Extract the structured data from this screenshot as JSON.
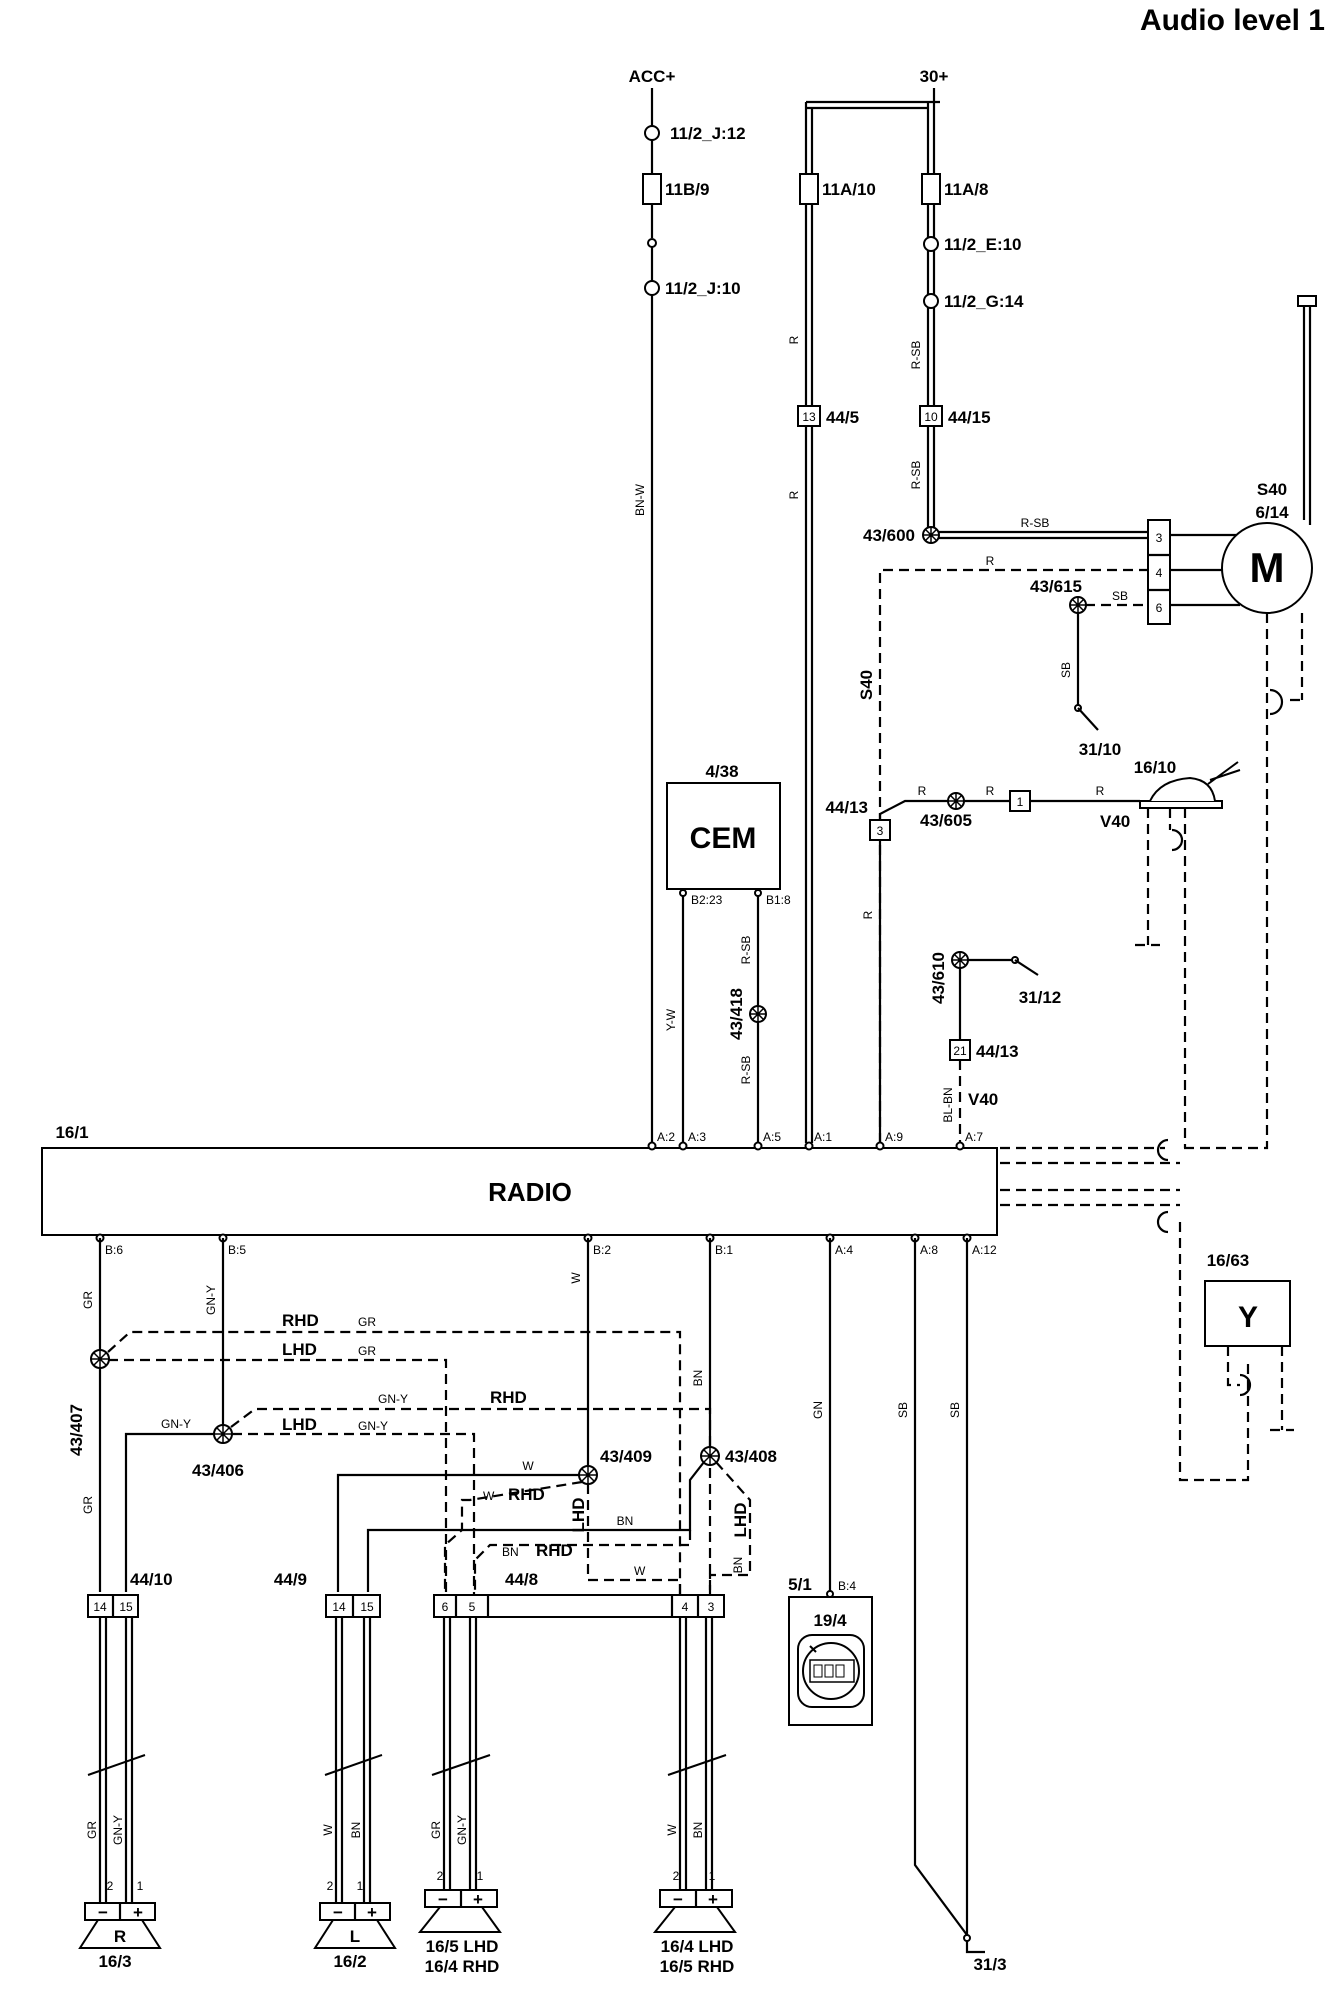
{
  "title": "Audio level 1",
  "sources": {
    "acc": "ACC+",
    "b30": "30+"
  },
  "labels": {
    "c_11_2_j12": "11/2_J:12",
    "f_11b_9": "11B/9",
    "c_11_2_j10": "11/2_J:10",
    "f_11a_10": "11A/10",
    "f_11a_8": "11A/8",
    "c_11_2_e10": "11/2_E:10",
    "c_11_2_g14": "11/2_G:14",
    "c_44_5": "44/5",
    "c_44_15": "44/15",
    "pin_44_5": "13",
    "pin_44_15": "10",
    "s_43_600": "43/600",
    "s_43_615": "43/615",
    "s40_title": "S40",
    "motor_id": "6/14",
    "motor": "M",
    "motor_pin3": "3",
    "motor_pin4": "4",
    "motor_pin6": "6",
    "g_31_10": "31/10",
    "s40_variant": "S40",
    "cem_id": "4/38",
    "cem": "CEM",
    "cem_b2_23": "B2:23",
    "cem_b1_8": "B1:8",
    "c_44_13_top": "44/13",
    "pin_44_13_top": "3",
    "s_43_605": "43/605",
    "pin_1": "1",
    "ant_id": "16/10",
    "v40_top": "V40",
    "s_43_418": "43/418",
    "s_43_610": "43/610",
    "g_31_12": "31/12",
    "c_44_13_mid": "44/13",
    "pin_44_13_mid": "21",
    "v40_mid": "V40",
    "radio_id": "16/1",
    "radio": "RADIO",
    "radio_pins_top": [
      "A:2",
      "A:3",
      "A:5",
      "A:1",
      "A:9",
      "A:7"
    ],
    "radio_pins_bottom": [
      "B:6",
      "B:5",
      "B:2",
      "B:1",
      "A:4",
      "A:8",
      "A:12"
    ],
    "ant_amp_id": "16/63",
    "ant_symbol": "Y",
    "rhd": "RHD",
    "lhd": "LHD",
    "s_43_407": "43/407",
    "s_43_406": "43/406",
    "s_43_409": "43/409",
    "s_43_408": "43/408",
    "c_44_10": "44/10",
    "c_44_9": "44/9",
    "c_44_8": "44/8",
    "pins_44_10": [
      "14",
      "15"
    ],
    "pins_44_9": [
      "14",
      "15"
    ],
    "pins_44_8": [
      "6",
      "5",
      "4",
      "3"
    ],
    "clock_conn": "5/1",
    "clock_pin": "B:4",
    "clock_id": "19/4",
    "spk_16_3": "16/3",
    "spk_16_3_letter": "R",
    "spk_16_2": "16/2",
    "spk_16_2_letter": "L",
    "spk_16_5": "16/5 LHD",
    "spk_16_5_b": "16/4 RHD",
    "spk_16_4": "16/4 LHD",
    "spk_16_4_b": "16/5 RHD",
    "spk_minus": "−",
    "spk_plus": "+",
    "spk_pin2": "2",
    "spk_pin1": "1",
    "g_31_3": "31/3"
  },
  "wires": {
    "bn_w": "BN-W",
    "r": "R",
    "r_sb": "R-SB",
    "sb": "SB",
    "y_w": "Y-W",
    "bl_bn": "BL-BN",
    "gr": "GR",
    "gn_y": "GN-Y",
    "w": "W",
    "bn": "BN",
    "gn": "GN"
  }
}
